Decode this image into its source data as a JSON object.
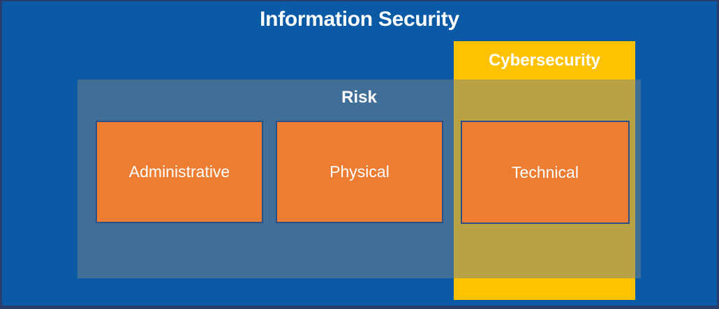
{
  "slide": {
    "title": "Information Security"
  },
  "diagram": {
    "cybersecurity": {
      "label": "Cybersecurity"
    },
    "risk": {
      "label": "Risk"
    },
    "controls": [
      {
        "label": "Administrative"
      },
      {
        "label": "Physical"
      },
      {
        "label": "Technical"
      }
    ]
  },
  "colors": {
    "background_blue": "#0B5AA6",
    "frame_border_navy": "#283D6C",
    "cybersecurity_yellow": "#FFC203",
    "risk_over_background": "#3F6D96",
    "risk_over_yellow_overlap": "#B9A144",
    "control_orange": "#EC7D33",
    "control_border_blue": "#2E4F86",
    "text": "#FFFFFF"
  }
}
